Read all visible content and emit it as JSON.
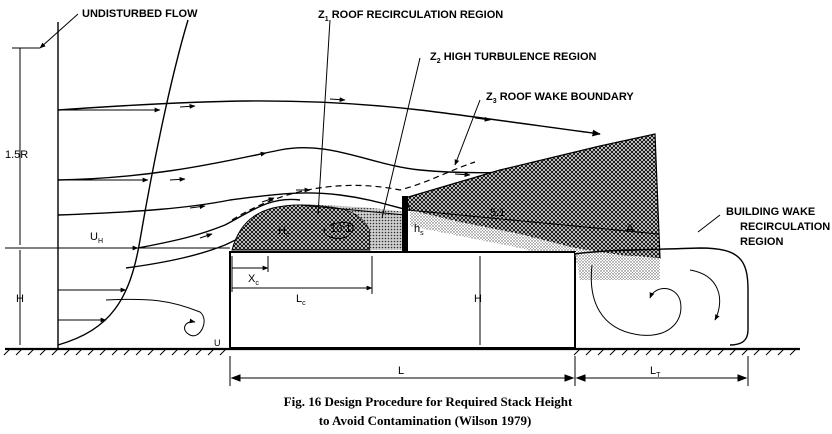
{
  "labels": {
    "undisturbed_flow": "UNDISTURBED FLOW",
    "z1": "Z",
    "z1_sub": "1",
    "z1_text": "ROOF RECIRCULATION REGION",
    "z2": "Z",
    "z2_sub": "2",
    "z2_text": "HIGH TURBULENCE REGION",
    "z3": "Z",
    "z3_sub": "3",
    "z3_text": "ROOF WAKE BOUNDARY",
    "height_1_5r": "1.5R",
    "u_h": "U",
    "u_h_sub": "H",
    "h_left": "H",
    "h_center": "H",
    "h_c": "H",
    "h_c_sub": "c",
    "h_s": "h",
    "h_s_sub": "s",
    "ratio_10_1": "10:1",
    "ratio_5_1": "5:1",
    "point_a": "A",
    "x_c": "X",
    "x_c_sub": "c",
    "l_c": "L",
    "l_c_sub": "c",
    "length_l": "L",
    "l_t": "L",
    "l_t_sub": "T",
    "building_wake_1": "BUILDING WAKE",
    "building_wake_2": "RECIRCULATION",
    "building_wake_3": "REGION"
  },
  "caption": {
    "line1": "Fig. 16 Design Procedure for Required Stack Height",
    "line2": "to Avoid Contamination (Wilson 1979)"
  },
  "colors": {
    "ink": "#000000",
    "paper": "#ffffff",
    "hatch_dark": "#2a2a2a",
    "stipple_light": "#bdbdbd"
  }
}
